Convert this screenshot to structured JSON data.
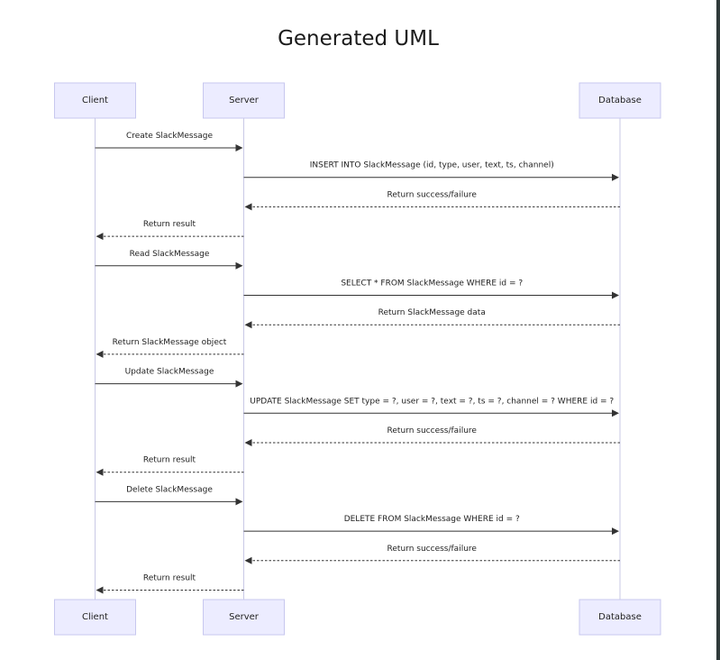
{
  "title": "Generated UML",
  "participants": [
    {
      "id": "client",
      "label": "Client"
    },
    {
      "id": "server",
      "label": "Server"
    },
    {
      "id": "database",
      "label": "Database"
    }
  ],
  "messages": [
    {
      "from": "client",
      "to": "server",
      "label": "Create SlackMessage",
      "style": "solid"
    },
    {
      "from": "server",
      "to": "database",
      "label": "INSERT INTO SlackMessage (id, type, user, text, ts, channel)",
      "style": "solid"
    },
    {
      "from": "database",
      "to": "server",
      "label": "Return success/failure",
      "style": "dashed"
    },
    {
      "from": "server",
      "to": "client",
      "label": "Return result",
      "style": "dashed"
    },
    {
      "from": "client",
      "to": "server",
      "label": "Read SlackMessage",
      "style": "solid"
    },
    {
      "from": "server",
      "to": "database",
      "label": "SELECT * FROM SlackMessage WHERE id = ?",
      "style": "solid"
    },
    {
      "from": "database",
      "to": "server",
      "label": "Return SlackMessage data",
      "style": "dashed"
    },
    {
      "from": "server",
      "to": "client",
      "label": "Return SlackMessage object",
      "style": "dashed"
    },
    {
      "from": "client",
      "to": "server",
      "label": "Update SlackMessage",
      "style": "solid"
    },
    {
      "from": "server",
      "to": "database",
      "label": "UPDATE SlackMessage SET type = ?, user = ?, text = ?, ts = ?, channel = ? WHERE id = ?",
      "style": "solid"
    },
    {
      "from": "database",
      "to": "server",
      "label": "Return success/failure",
      "style": "dashed"
    },
    {
      "from": "server",
      "to": "client",
      "label": "Return result",
      "style": "dashed"
    },
    {
      "from": "client",
      "to": "server",
      "label": "Delete SlackMessage",
      "style": "solid"
    },
    {
      "from": "server",
      "to": "database",
      "label": "DELETE FROM SlackMessage WHERE id = ?",
      "style": "solid"
    },
    {
      "from": "database",
      "to": "server",
      "label": "Return success/failure",
      "style": "dashed"
    },
    {
      "from": "server",
      "to": "client",
      "label": "Return result",
      "style": "dashed"
    }
  ]
}
